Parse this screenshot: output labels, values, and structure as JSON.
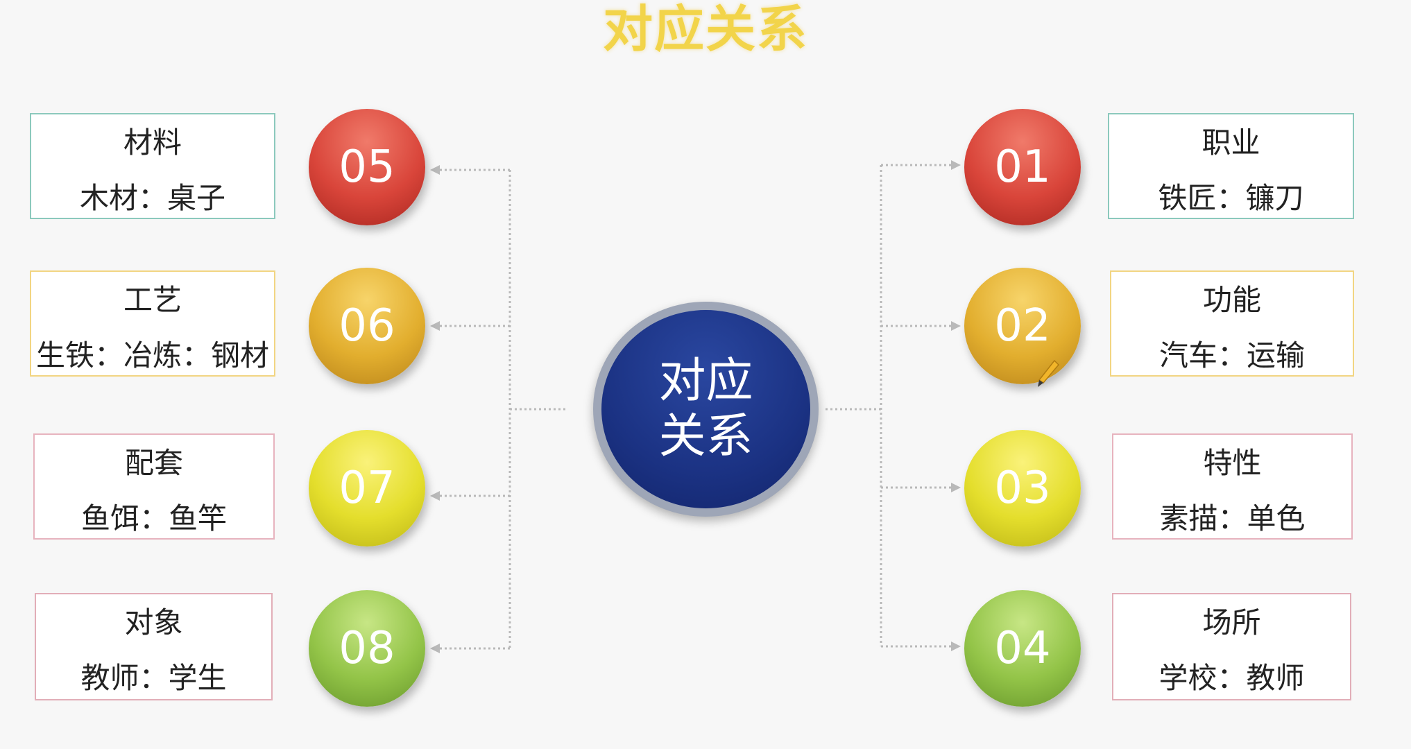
{
  "title": "对应关系",
  "center": {
    "label": "对应关系"
  },
  "items": [
    {
      "number": "01",
      "title": "职业",
      "example": "铁匠：镰刀",
      "circle_color": "#d9453a",
      "border_color": "#8cc9bd"
    },
    {
      "number": "02",
      "title": "功能",
      "example": "汽车：运输",
      "circle_color": "#e2ae2e",
      "border_color": "#f2d582"
    },
    {
      "number": "03",
      "title": "特性",
      "example": "素描：单色",
      "circle_color": "#e4de2c",
      "border_color": "#e7b3be"
    },
    {
      "number": "04",
      "title": "场所",
      "example": "学校：教师",
      "circle_color": "#93c448",
      "border_color": "#e2aeb8"
    },
    {
      "number": "05",
      "title": "材料",
      "example": "木材：桌子",
      "circle_color": "#d9453a",
      "border_color": "#8cc9bd"
    },
    {
      "number": "06",
      "title": "工艺",
      "example": "生铁：冶炼：钢材",
      "circle_color": "#e2ae2e",
      "border_color": "#f2d582"
    },
    {
      "number": "07",
      "title": "配套",
      "example": "鱼饵：鱼竿",
      "circle_color": "#e4de2c",
      "border_color": "#e7b3be"
    },
    {
      "number": "08",
      "title": "对象",
      "example": "教师：学生",
      "circle_color": "#93c448",
      "border_color": "#e2aeb8"
    }
  ]
}
